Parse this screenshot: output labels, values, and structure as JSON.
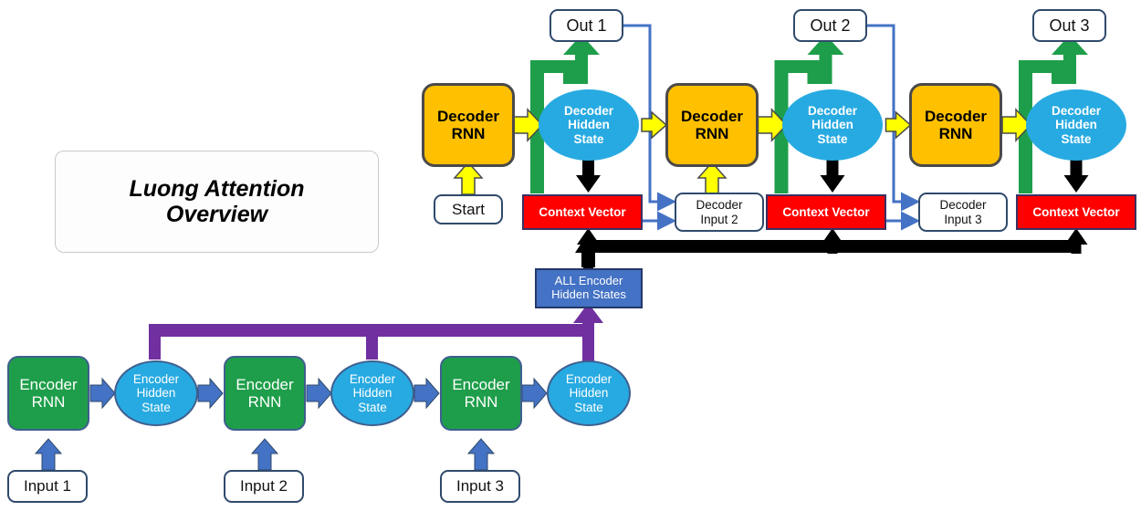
{
  "title": {
    "line1": "Luong Attention",
    "line2": "Overview"
  },
  "encoder": {
    "rnn_label": "Encoder\nRNN",
    "hidden_label": "Encoder\nHidden\nState",
    "rnn_cells": [
      {
        "label_l1": "Encoder",
        "label_l2": "RNN"
      },
      {
        "label_l1": "Encoder",
        "label_l2": "RNN"
      },
      {
        "label_l1": "Encoder",
        "label_l2": "RNN"
      }
    ],
    "hidden_states": [
      {
        "l1": "Encoder",
        "l2": "Hidden",
        "l3": "State"
      },
      {
        "l1": "Encoder",
        "l2": "Hidden",
        "l3": "State"
      },
      {
        "l1": "Encoder",
        "l2": "Hidden",
        "l3": "State"
      }
    ],
    "inputs": [
      {
        "label": "Input 1"
      },
      {
        "label": "Input 2"
      },
      {
        "label": "Input 3"
      }
    ]
  },
  "all_encoder_hidden_states": {
    "l1": "ALL Encoder",
    "l2": "Hidden States"
  },
  "decoder": {
    "start_label": "Start",
    "rnn_cells": [
      {
        "l1": "Decoder",
        "l2": "RNN"
      },
      {
        "l1": "Decoder",
        "l2": "RNN"
      },
      {
        "l1": "Decoder",
        "l2": "RNN"
      }
    ],
    "hidden_states": [
      {
        "l1": "Decoder",
        "l2": "Hidden",
        "l3": "State"
      },
      {
        "l1": "Decoder",
        "l2": "Hidden",
        "l3": "State"
      },
      {
        "l1": "Decoder",
        "l2": "Hidden",
        "l3": "State"
      }
    ],
    "context_vectors": [
      {
        "label": "Context Vector"
      },
      {
        "label": "Context Vector"
      },
      {
        "label": "Context Vector"
      }
    ],
    "decoder_inputs": [
      {
        "l1": "Decoder",
        "l2": "Input 2"
      },
      {
        "l1": "Decoder",
        "l2": "Input 3"
      }
    ],
    "outputs": [
      {
        "label": "Out 1"
      },
      {
        "label": "Out 2"
      },
      {
        "label": "Out 3"
      }
    ]
  },
  "colors": {
    "encoder_rnn": "#1E9E4A",
    "hidden_state": "#27AAE1",
    "decoder_rnn": "#FFC000",
    "context_vector": "#FF0000",
    "all_encoder_box": "#4472C4",
    "encoder_arrow": "#4472C4",
    "collect_bus": "#7030A0",
    "attention_bus": "#000000",
    "output_arrow": "#1E9E4A",
    "state_arrow": "#FFFF00",
    "feedback_line": "#4472C4"
  }
}
